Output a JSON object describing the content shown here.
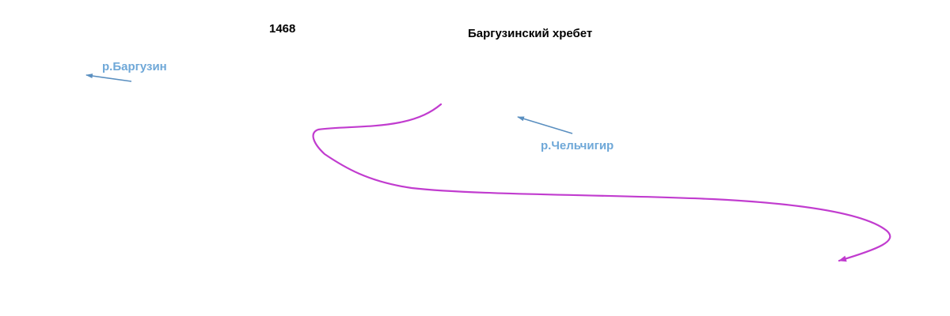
{
  "labels": {
    "elevation": "1468",
    "ridge": "Баргузинский хребет",
    "river_barguzin": "р.Баргузин",
    "river_chelchigir": "р.Чельчигир"
  },
  "colors": {
    "route": "#c13ccf",
    "river_arrow": "#5a8fc0",
    "river_text": "#6fa8d8",
    "text": "#000000",
    "background": "#ffffff"
  }
}
